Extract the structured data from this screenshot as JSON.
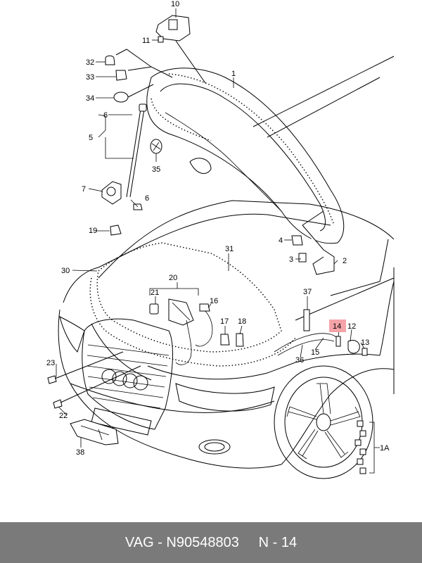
{
  "diagram": {
    "labels": {
      "l1": "1",
      "l2": "2",
      "l3": "3",
      "l4": "4",
      "l5": "5",
      "l6a": "6",
      "l6b": "6",
      "l7": "7",
      "l10": "10",
      "l11": "11",
      "l12": "12",
      "l13": "13",
      "l14": "14",
      "l15": "15",
      "l16": "16",
      "l17": "17",
      "l18": "18",
      "l19": "19",
      "l20": "20",
      "l21": "21",
      "l22": "22",
      "l23": "23",
      "l30": "30",
      "l31": "31",
      "l32": "32",
      "l33": "33",
      "l34": "34",
      "l35": "35",
      "l36": "36",
      "l37": "37",
      "l38": "38",
      "l1a": "1A"
    },
    "highlight_color": "#f4a3a8"
  },
  "footer": {
    "brand": "VAG",
    "separator1": " - ",
    "part_number": "N90548803",
    "gap": "     ",
    "position": "N - 14"
  }
}
